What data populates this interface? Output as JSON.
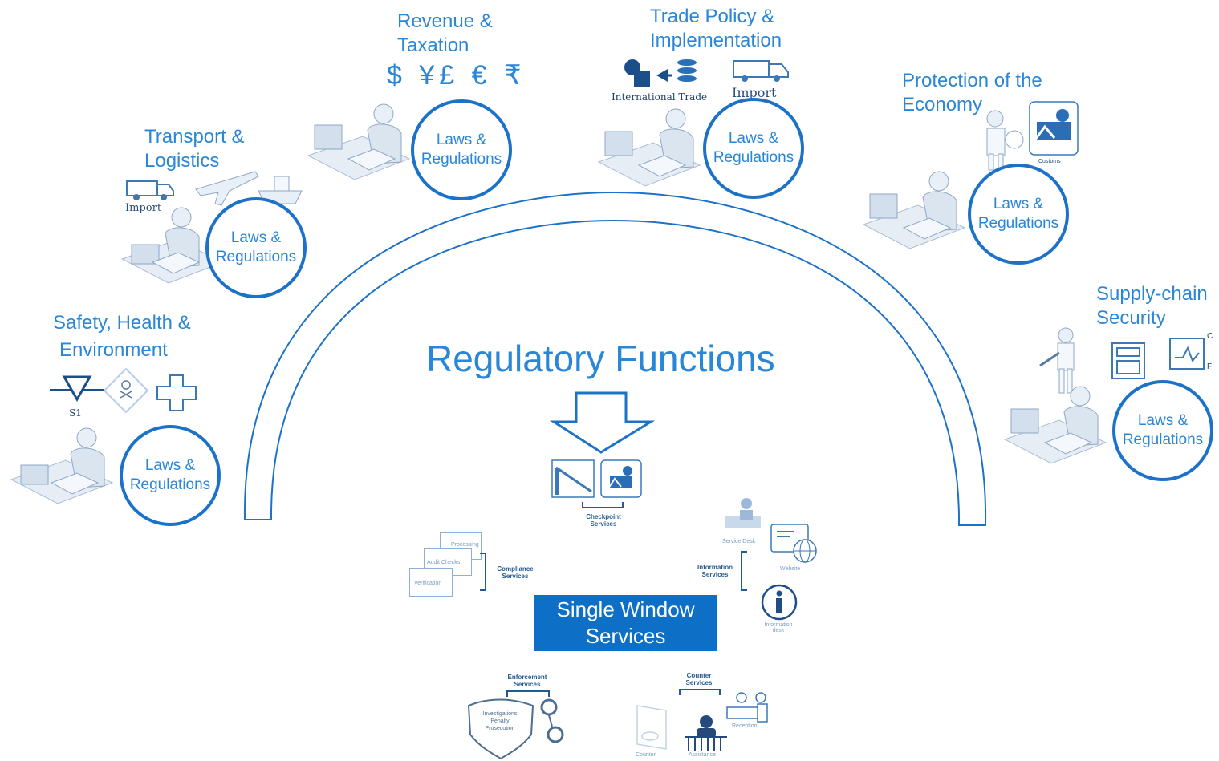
{
  "center": {
    "title": "Regulatory Functions",
    "single_window": "Single Window Services"
  },
  "circle_label": "Laws & Regulations",
  "functions": [
    {
      "id": "safety",
      "title_lines": [
        "Safety, Health &",
        "Environment"
      ],
      "icon_text": "S1"
    },
    {
      "id": "transport",
      "title_lines": [
        "Transport &",
        "Logistics"
      ],
      "icon_text": "Import"
    },
    {
      "id": "revenue",
      "title_lines": [
        "Revenue &",
        "Taxation"
      ],
      "currency": "$ ¥£ € ₹"
    },
    {
      "id": "trade",
      "title_lines": [
        "Trade Policy &",
        "Implementation"
      ],
      "icon_text": "International Trade",
      "icon_text2": "Import"
    },
    {
      "id": "economy",
      "title_lines": [
        "Protection of the",
        "Economy"
      ],
      "icon_text": "Customs"
    },
    {
      "id": "supply",
      "title_lines": [
        "Supply-chain",
        "Security"
      ],
      "icon_text": "C",
      "icon_text2": "F"
    }
  ],
  "services": {
    "checkpoint": "Checkpoint Services",
    "compliance": "Compliance Services",
    "compliance_items": [
      "Processing",
      "Audit Checks",
      "Verification"
    ],
    "information": "Information Services",
    "information_items": [
      "Service Desk",
      "Website",
      "Information desk"
    ],
    "enforcement": "Enforcement Services",
    "enforcement_badge": [
      "Investigations",
      "Penalty",
      "Prosecution"
    ],
    "counter": "Counter Services",
    "counter_items": [
      "Reception",
      "Counter",
      "Assistance"
    ]
  },
  "colors": {
    "accent": "#1c72c9",
    "box": "#0e6fc7",
    "text": "#2a86d6"
  }
}
